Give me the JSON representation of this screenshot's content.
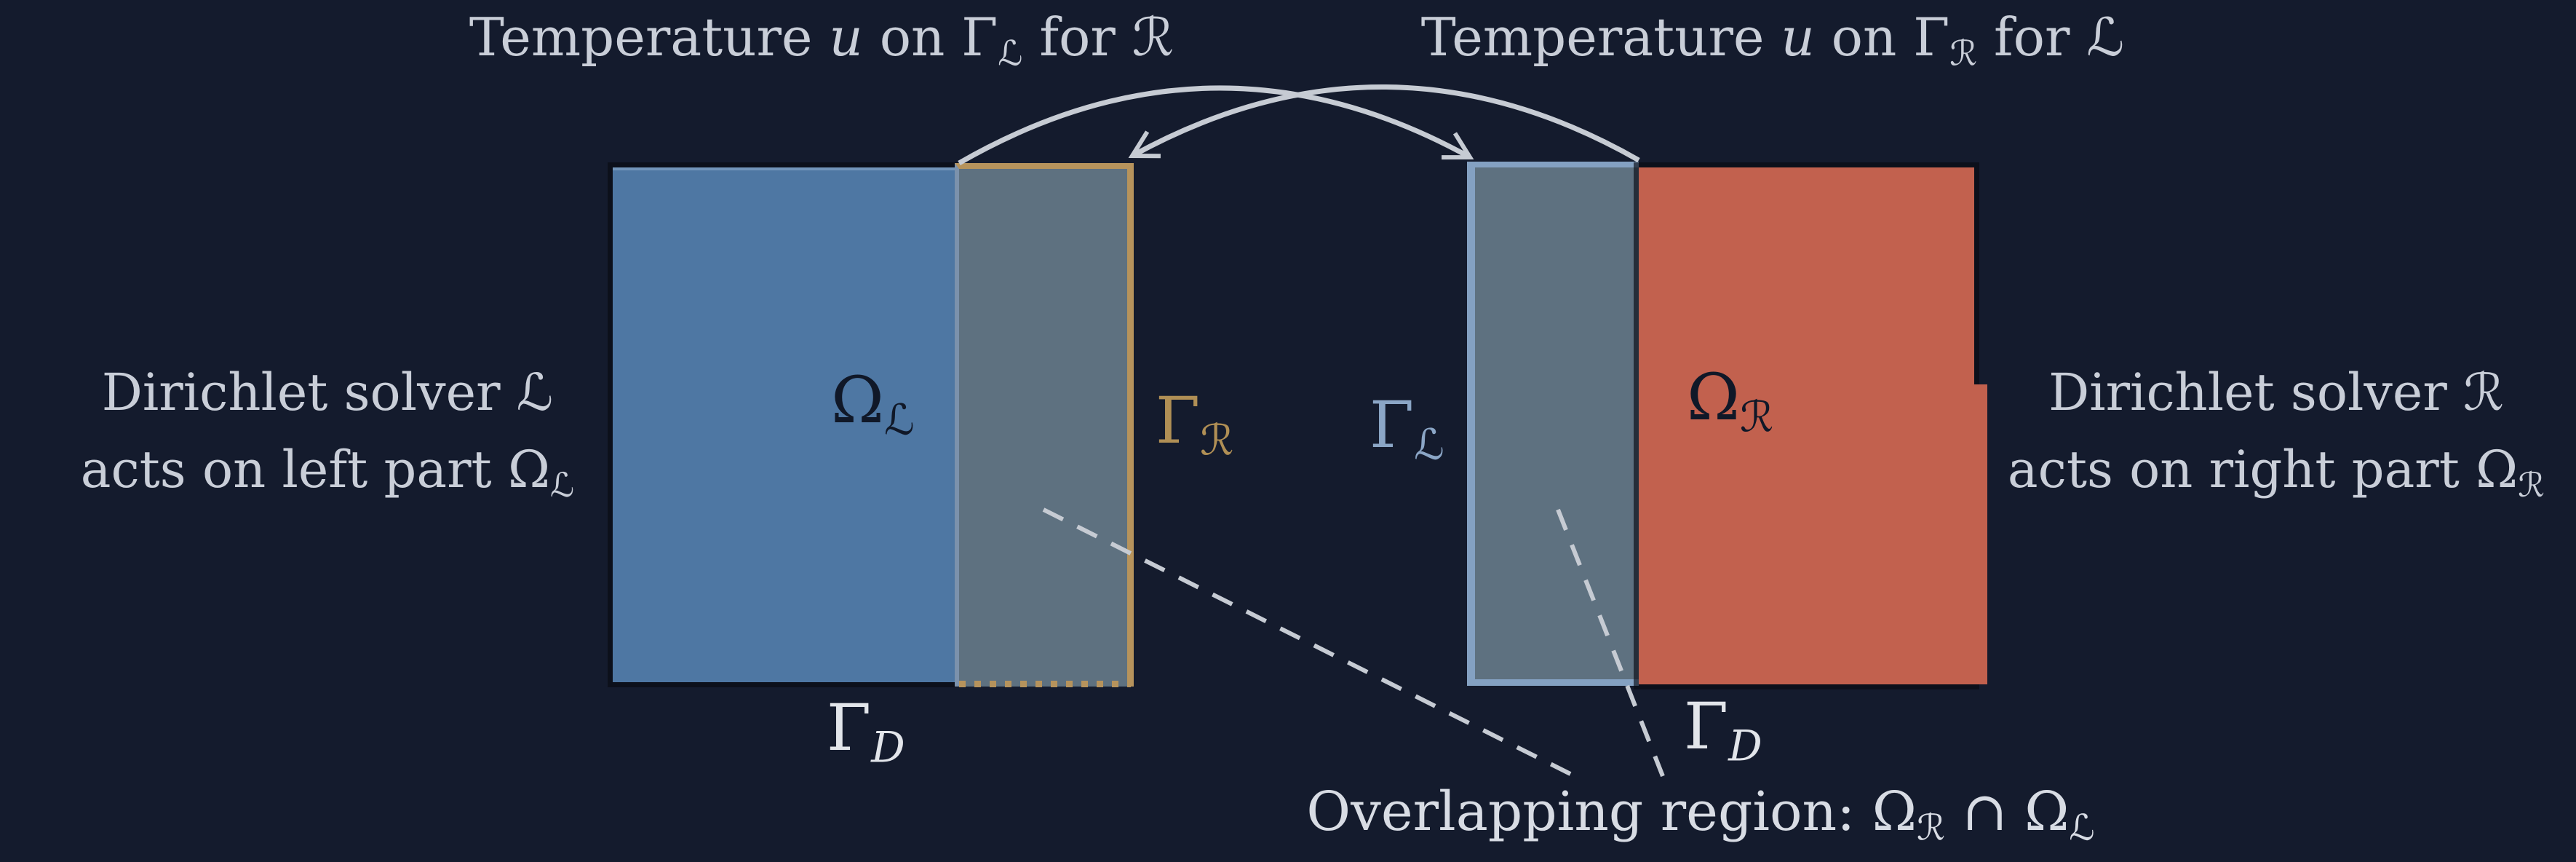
{
  "colors": {
    "bg": "#141b2d",
    "domain_blue": "#4e77a3",
    "domain_red": "#c2614e",
    "overlap_gray": "#5e7180",
    "gold": "#b6935c",
    "steel": "#84a1c2",
    "line": "#c6cbd3",
    "text_light": "#c9ced8",
    "text_white": "#e2e5ea",
    "label_dark": "#101828"
  },
  "titles": {
    "left": {
      "pre": "Temperature ",
      "var": "u",
      "mid": " on ",
      "gamma": "Γ",
      "sub": "ℒ",
      "post": " for ",
      "target": "ℛ"
    },
    "right": {
      "pre": "Temperature ",
      "var": "u",
      "mid": " on ",
      "gamma": "Γ",
      "sub": "ℛ",
      "post": " for ",
      "target": "ℒ"
    }
  },
  "side_labels": {
    "left": {
      "line1_pre": "Dirichlet solver ",
      "line1_script": "ℒ",
      "line2_pre": "acts on left part ",
      "omega": "Ω",
      "sub": "ℒ"
    },
    "right": {
      "line1_pre": "Dirichlet solver ",
      "line1_script": "ℛ",
      "line2_pre": "acts on right part ",
      "omega": "Ω",
      "sub": "ℛ"
    }
  },
  "domain_labels": {
    "omega_left": {
      "base": "Ω",
      "sub": "ℒ"
    },
    "gamma_r": {
      "base": "Γ",
      "sub": "ℛ"
    },
    "gamma_l": {
      "base": "Γ",
      "sub": "ℒ"
    },
    "omega_right": {
      "base": "Ω",
      "sub": "ℛ"
    },
    "gamma_d_left": {
      "base": "Γ",
      "sub": "D"
    },
    "gamma_d_right": {
      "base": "Γ",
      "sub": "D"
    }
  },
  "caption": {
    "pre": "Overlapping region: ",
    "omega1": "Ω",
    "sub1": "ℛ",
    "cap": " ∩ ",
    "omega2": "Ω",
    "sub2": "ℒ"
  }
}
